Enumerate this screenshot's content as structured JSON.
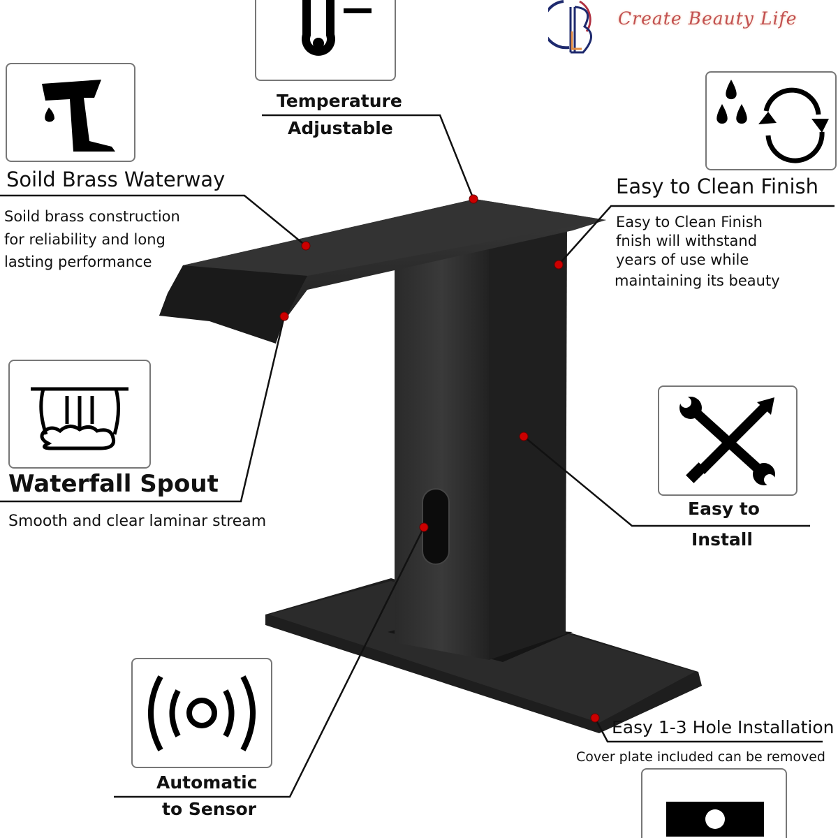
{
  "brand": {
    "logo_letters": "CBL",
    "tagline": "Create Beauty Life",
    "colors": {
      "navy": "#1e2a6e",
      "red": "#b03040",
      "orange": "#e08a40"
    }
  },
  "accent_dot_color": "#cc0000",
  "features": {
    "temperature": {
      "icon": "thermometer-icon",
      "line1": "Temperature",
      "line2": "Adjustable"
    },
    "brass": {
      "icon": "brass-waterway-icon",
      "title": "Soild Brass Waterway",
      "desc": [
        "Soild brass construction",
        "for reliability and long",
        "lasting  performance"
      ]
    },
    "clean": {
      "icon": "water-drops-cycle-icon",
      "title": "Easy to Clean Finish",
      "desc": [
        "Easy to Clean Finish",
        "fnish will withstand",
        "years of use while",
        "maintaining its beauty"
      ]
    },
    "waterfall": {
      "icon": "waterfall-icon",
      "title": "Waterfall Spout",
      "desc": "Smooth and clear laminar stream"
    },
    "install": {
      "icon": "wrench-screwdriver-icon",
      "line1": "Easy to",
      "line2": "Install"
    },
    "sensor": {
      "icon": "sensor-waves-icon",
      "line1": "Automatic",
      "line2": "to Sensor"
    },
    "holes": {
      "icon": "cover-plate-icon",
      "title": "Easy 1-3 Hole Installation",
      "desc": "Cover plate included can be removed"
    }
  }
}
